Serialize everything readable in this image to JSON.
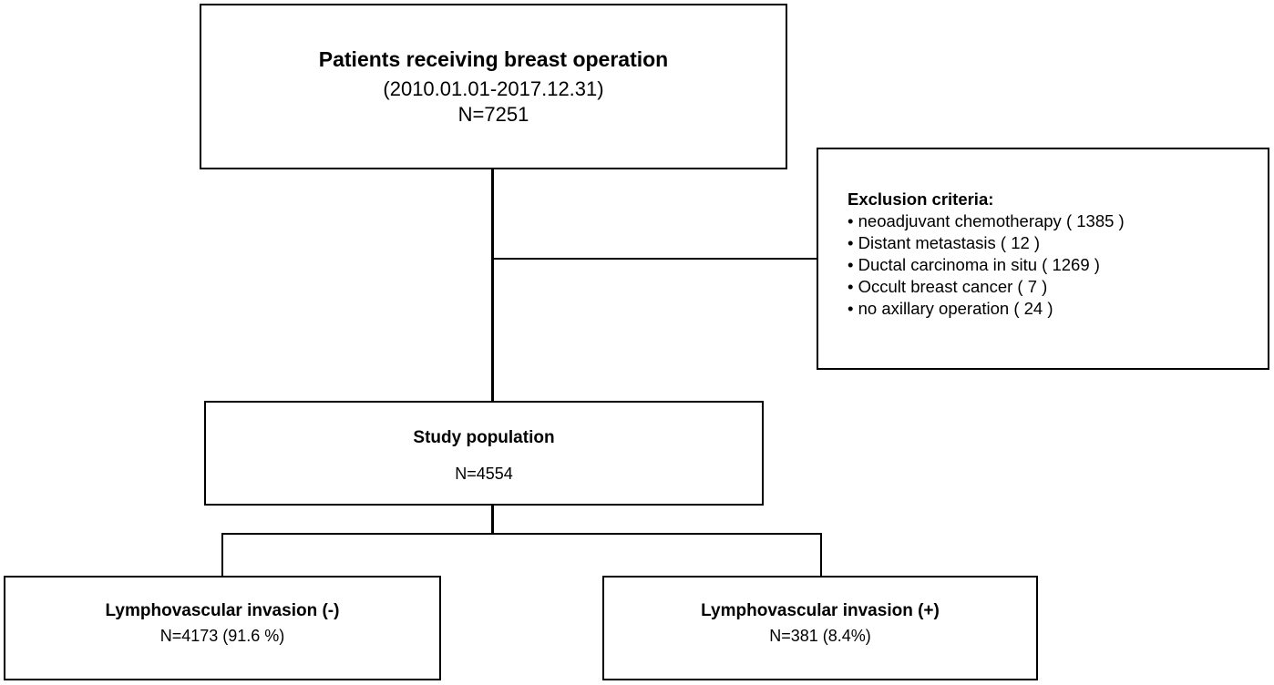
{
  "top_box": {
    "title": "Patients receiving breast operation",
    "dates": "(2010.01.01-2017.12.31)",
    "count": "N=7251"
  },
  "exclusion": {
    "heading": "Exclusion criteria:",
    "items": [
      "neoadjuvant chemotherapy ( 1385 )",
      "Distant metastasis ( 12 )",
      "Ductal carcinoma in situ ( 1269 )",
      "Occult breast cancer ( 7 )",
      "no axillary operation ( 24 )"
    ]
  },
  "study_box": {
    "title": "Study population",
    "count": "N=4554"
  },
  "lvi_negative": {
    "title": "Lymphovascular invasion (-)",
    "count": "N=4173 (91.6 %)"
  },
  "lvi_positive": {
    "title": "Lymphovascular invasion (+)",
    "count": "N=381 (8.4%)"
  },
  "colors": {
    "line": "#000000",
    "background": "#ffffff"
  }
}
